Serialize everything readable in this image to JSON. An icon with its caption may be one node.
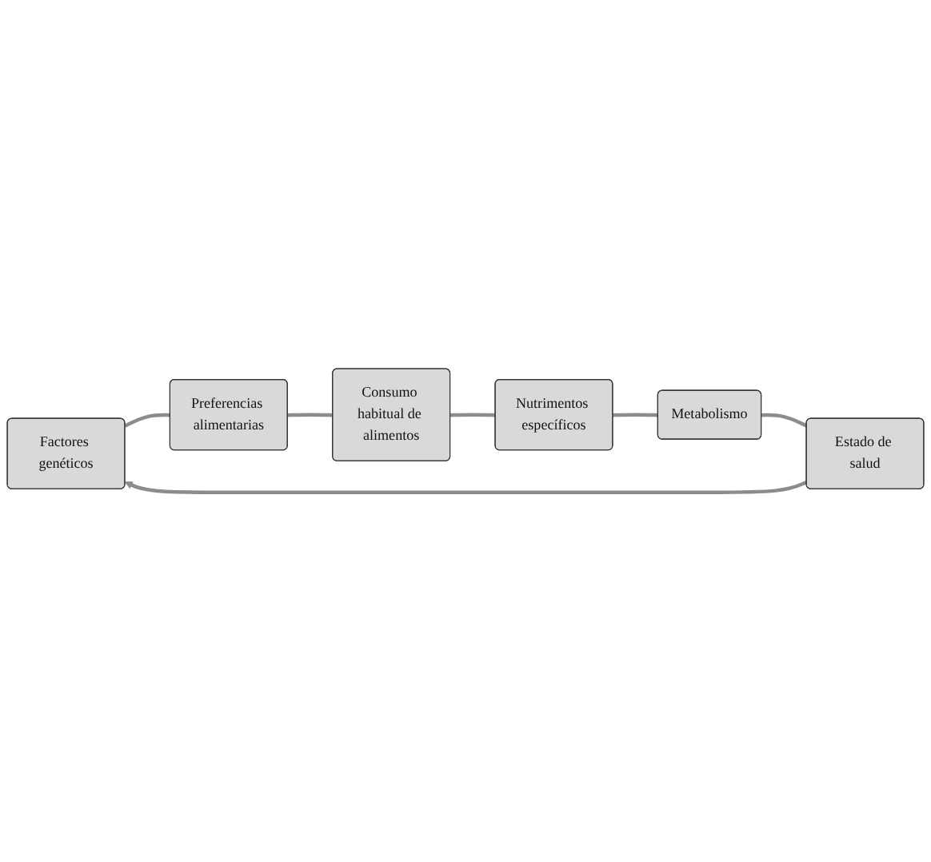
{
  "diagram": {
    "nodes": [
      {
        "text": [
          "Factores genéticos"
        ]
      },
      {
        "text": [
          "Preferencias alimentarias"
        ]
      },
      {
        "text": [
          "Consumo habitual de alimentos"
        ]
      },
      {
        "text": [
          "Nutrimentos específicos"
        ]
      },
      {
        "text": [
          "Metabolismo"
        ]
      },
      {
        "text": [
          "Estado de salud"
        ]
      }
    ],
    "edges": [
      {
        "from": 0,
        "to": 1,
        "arrow": "none"
      },
      {
        "from": 1,
        "to": 2,
        "arrow": "none"
      },
      {
        "from": 2,
        "to": 3,
        "arrow": "none"
      },
      {
        "from": 3,
        "to": 4,
        "arrow": "none"
      },
      {
        "from": 4,
        "to": 5,
        "arrow": "none"
      },
      {
        "from": 5,
        "to": 0,
        "arrow": "to"
      }
    ]
  }
}
